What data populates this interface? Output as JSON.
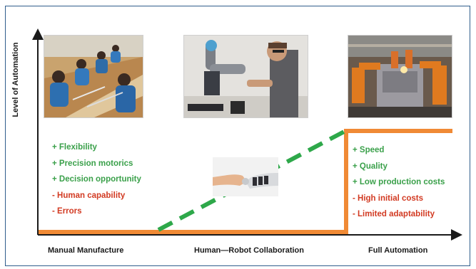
{
  "axis": {
    "y_label": "Level of Automation"
  },
  "stages": [
    {
      "label": "Manual Manufacture",
      "image": "workers-assembling-at-benches-photo",
      "points": [
        {
          "text": "+ Flexibility",
          "kind": "pro"
        },
        {
          "text": "+ Precision motorics",
          "kind": "pro"
        },
        {
          "text": "+ Decision opportunity",
          "kind": "pro"
        },
        {
          "text": "- Human capability",
          "kind": "con"
        },
        {
          "text": "- Errors",
          "kind": "con"
        }
      ]
    },
    {
      "label": "Human—Robot Collaboration",
      "image": "person-working-with-robot-arm-photo",
      "inset_image": "human-robot-handshake-photo"
    },
    {
      "label": "Full Automation",
      "image": "robotic-car-assembly-line-photo",
      "points": [
        {
          "text": "+ Speed",
          "kind": "pro"
        },
        {
          "text": "+ Quality",
          "kind": "pro"
        },
        {
          "text": "+ Low production costs",
          "kind": "pro"
        },
        {
          "text": "- High initial costs",
          "kind": "con"
        },
        {
          "text": "- Limited adaptability",
          "kind": "con"
        }
      ]
    }
  ],
  "colors": {
    "frame": "#2f5d8c",
    "step_line": "#f08a35",
    "collab_line": "#2ea84a",
    "pro": "#3aa04a",
    "con": "#d23a22",
    "axis": "#1a1a1a"
  }
}
